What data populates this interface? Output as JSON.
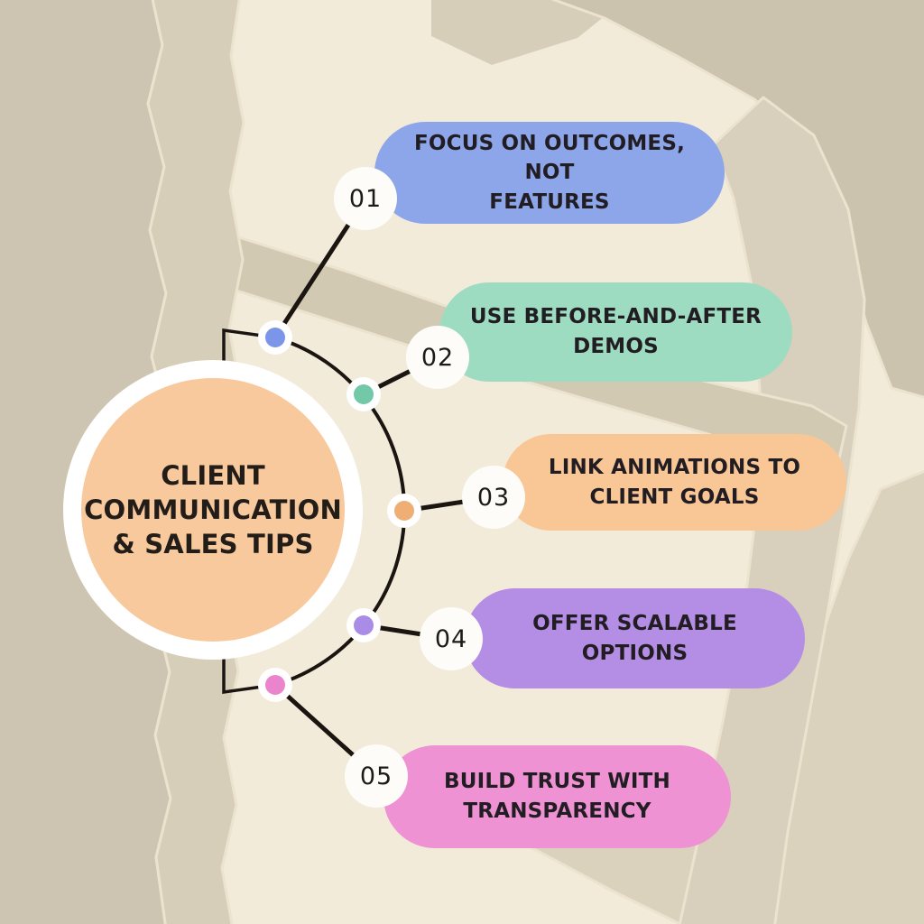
{
  "title": {
    "lines": [
      "CLIENT",
      "COMMUNICATION",
      "& SALES TIPS"
    ]
  },
  "items": [
    {
      "number": "01",
      "lines": [
        "FOCUS ON OUTCOMES, NOT",
        "FEATURES"
      ],
      "pill_color": "#8da5e9",
      "dot_color": "#7b96e8"
    },
    {
      "number": "02",
      "lines": [
        "USE BEFORE-AND-AFTER",
        "DEMOS"
      ],
      "pill_color": "#9edcc1",
      "dot_color": "#72c8a7"
    },
    {
      "number": "03",
      "lines": [
        "LINK ANIMATIONS TO",
        "CLIENT GOALS"
      ],
      "pill_color": "#f8c795",
      "dot_color": "#eeae74"
    },
    {
      "number": "04",
      "lines": [
        "OFFER SCALABLE OPTIONS"
      ],
      "pill_color": "#b48de5",
      "dot_color": "#a98ce6"
    },
    {
      "number": "05",
      "lines": [
        "BUILD TRUST WITH",
        "TRANSPARENCY"
      ],
      "pill_color": "#ee92d3",
      "dot_color": "#ea85cd"
    }
  ],
  "colors": {
    "center_fill": "#f8c99d",
    "center_ring": "#ffffff",
    "connector": "#1a1511",
    "number_bg": "#fdfcf9",
    "paper_base": "#f2ebda",
    "paper_left": "#cdc5b1",
    "paper_left_edge": "#d7ceba",
    "paper_diagonal": "#d2c9b3",
    "paper_top_right": "#cbc3ae",
    "paper_right": "#d8cfbc",
    "paper_bottom_right": "#dbd2bd"
  }
}
